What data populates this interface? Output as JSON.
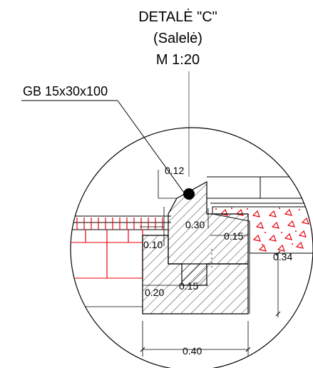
{
  "title": {
    "line1": "DETALĖ \"C\"",
    "line2": "(Salelė)",
    "line3": "M 1:20"
  },
  "callout": {
    "label": "GB 15x30x100"
  },
  "dimensions": {
    "d012": "0.12",
    "d030": "0.30",
    "d015_top": "0.15",
    "d010": "0.10",
    "d034": "0.34",
    "d020": "0.20",
    "d015_bottom": "0.15",
    "d040": "0.40"
  },
  "colors": {
    "line": "#000000",
    "hatch_red": "#e8000b"
  }
}
